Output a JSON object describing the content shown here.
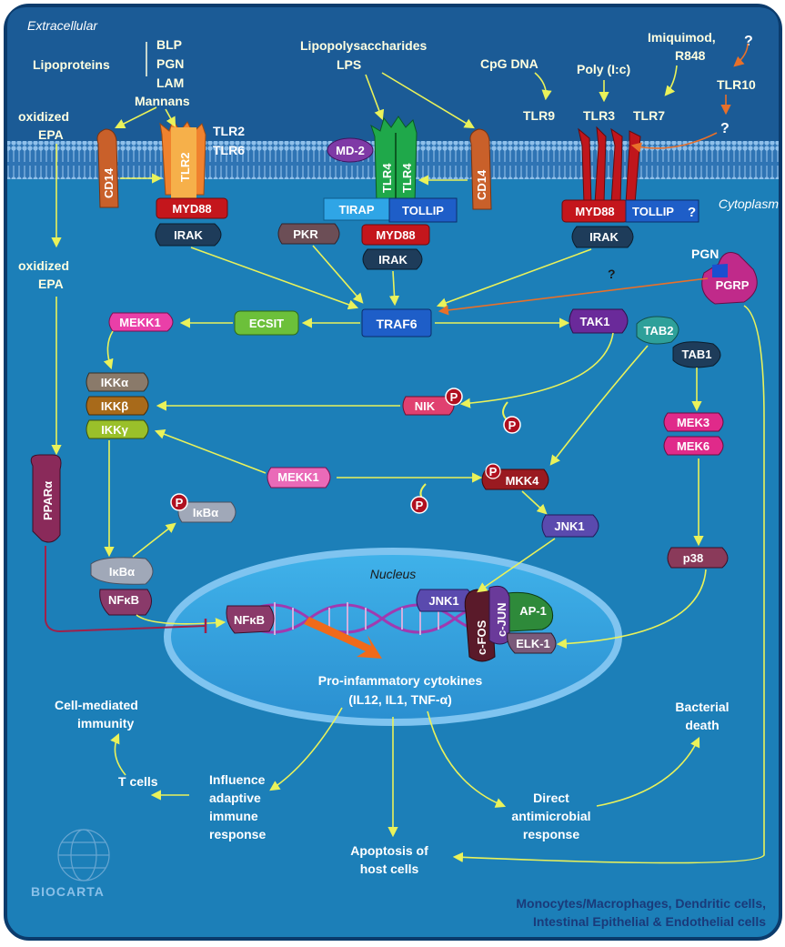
{
  "regions": {
    "extracellular": "Extracellular",
    "cytoplasm": "Cytoplasm",
    "nucleus": "Nucleus",
    "cell_types_line1": "Monocytes/Macrophages, Dendritic cells,",
    "cell_types_line2": "Intestinal Epithelial & Endothelial cells"
  },
  "ligands": {
    "lipoproteins": "Lipoproteins",
    "blp": "BLP",
    "pgn": "PGN",
    "lam": "LAM",
    "mannans": "Mannans",
    "lps1": "Lipopolysaccharides",
    "lps2": "LPS",
    "cpg": "CpG DNA",
    "polyic": "Poly (I:c)",
    "imiquimod": "Imiquimod,",
    "r848": "R848",
    "q1": "?",
    "tlr10": "TLR10",
    "q2": "?",
    "oxepa1a": "oxidized",
    "oxepa1b": "EPA",
    "oxepa2a": "oxidized",
    "oxepa2b": "EPA"
  },
  "receptors": {
    "cd14_left": "CD14",
    "tlr2_vert": "TLR2",
    "tlr2": "TLR2",
    "tlr6": "TLR6",
    "md2": "MD-2",
    "tlr4a": "TLR4",
    "tlr4b": "TLR4",
    "cd14_mid": "CD14",
    "tlr9": "TLR9",
    "tlr3": "TLR3",
    "tlr7": "TLR7"
  },
  "adaptors": {
    "myd88_left": "MYD88",
    "irak_left": "IRAK",
    "tirap": "TIRAP",
    "tollip_mid": "TOLLIP",
    "pkr": "PKR",
    "myd88_mid": "MYD88",
    "irak_mid": "IRAK",
    "myd88_right": "MYD88",
    "tollip_right": "TOLLIP",
    "q_right": "?",
    "irak_right": "IRAK",
    "pgn": "PGN",
    "pgrp": "PGRP",
    "q_pgrp": "?"
  },
  "signaling": {
    "traf6": "TRAF6",
    "ecsit": "ECSIT",
    "mekk1_top": "MEKK1",
    "tak1": "TAK1",
    "tab2": "TAB2",
    "tab1": "TAB1",
    "ikka": "IKKα",
    "ikkb": "IKKβ",
    "ikkg": "IKKγ",
    "nik": "NIK",
    "p_nik": "P",
    "p_free1": "P",
    "mek3": "MEK3",
    "mek6": "MEK6",
    "ppara": "PPARα",
    "mekk1_mid": "MEKK1",
    "mkk4": "MKK4",
    "p_mkk4": "P",
    "p_free2": "P",
    "jnk1": "JNK1",
    "p_ikba": "P",
    "ikba_p": "IκBα",
    "ikba": "IκBα",
    "nfkb": "NFκB",
    "p38": "p38"
  },
  "nucleus": {
    "jnk1": "JNK1",
    "cfos": "c-FOS",
    "cjun": "c-JUN",
    "ap1": "AP-1",
    "elk1": "ELK-1",
    "nfkb": "NFκB",
    "cytokines1": "Pro-infammatory cytokines",
    "cytokines2": "(IL12, IL1, TNF-α)"
  },
  "outcomes": {
    "cmi1": "Cell-mediated",
    "cmi2": "immunity",
    "tcells": "T cells",
    "inf1": "Influence",
    "inf2": "adaptive",
    "inf3": "immune",
    "inf4": "response",
    "apo1": "Apoptosis of",
    "apo2": "host cells",
    "dir1": "Direct",
    "dir2": "antimicrobial",
    "dir3": "response",
    "bac1": "Bacterial",
    "bac2": "death"
  },
  "brand": {
    "logo": "BIOCARTA"
  },
  "colors": {
    "cell": "#1c7fb8",
    "extracellular": "#1b5b96",
    "membrane": "#3f88c6",
    "arrow": "#eaf25a",
    "nucleus_fill": "#2d9ad8",
    "nucleus_ring": "#7fc4f0"
  }
}
